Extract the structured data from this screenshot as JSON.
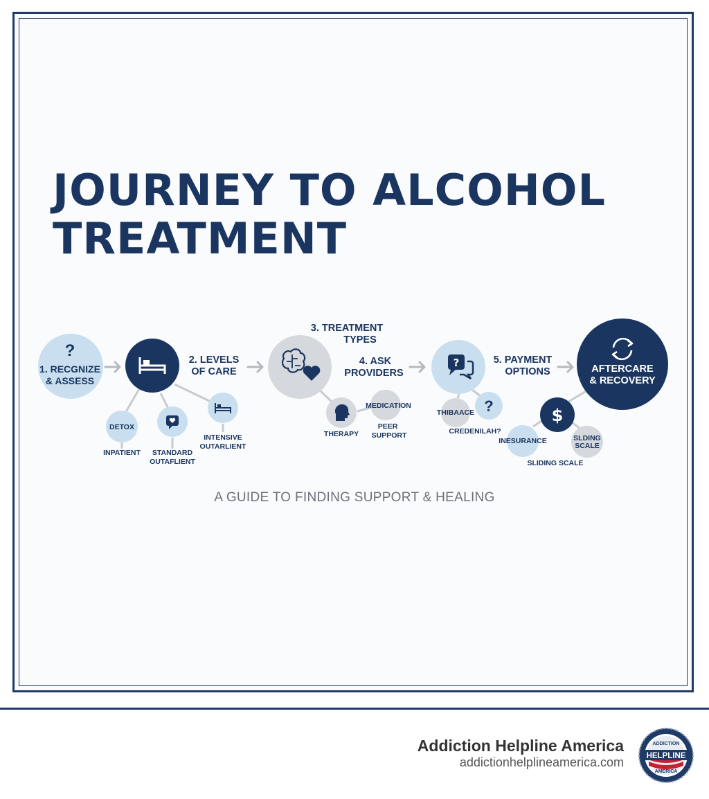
{
  "title": {
    "line1": "JOURNEY TO ALCOHOL",
    "line2": "TREATMENT"
  },
  "subtitle": "A GUIDE TO FINDING SUPPORT & HEALING",
  "steps": {
    "recognize": {
      "line1": "1. RECGNIZE",
      "line2": "& ASSESS",
      "icon": "question-icon"
    },
    "levels": {
      "line1": "2. LEVELS",
      "line2": "OF CARE",
      "icon": "bed-icon"
    },
    "treatment": {
      "line1": "3. TREATMENT",
      "line2": "TYPES",
      "icon": "brain-heart-icon"
    },
    "ask": {
      "line1": "4. ASK",
      "line2": "PROVIDERS",
      "icon": "chat-question-icon"
    },
    "payment": {
      "line1": "5. PAYMENT",
      "line2": "OPTIONS"
    },
    "aftercare": {
      "line1": "AFTERCARE",
      "line2": "& RECOVERY",
      "icon": "cycle-icon"
    }
  },
  "sub_nodes": {
    "detox": "DETOX",
    "inpatient": "INPATIENT",
    "standard_line1": "STANDARD",
    "standard_line2": "OUTAFLIENT",
    "intensive_line1": "INTENSIVE",
    "intensive_line2": "OUTARLIENT",
    "therapy": "THERAPY",
    "medication": "MEDICATION",
    "peer_line1": "PEER",
    "peer_line2": "SUPPORT",
    "thibaace": "THIBAACE",
    "credenilah": "CREDENILAH?",
    "insurance": "INESURANCE",
    "sliding_line1": "SLDING",
    "sliding_line2": "SCALE",
    "sliding_scale": "SLIDING SCALE",
    "question_mark": "?",
    "dollar": "$"
  },
  "footer": {
    "brand": "Addiction Helpline America",
    "url": "addictionhelplineamerica.com",
    "logo_text": "HELPLINE",
    "logo_top": "ADDICTION",
    "logo_bottom": "AMERICA"
  },
  "colors": {
    "navy": "#1a3560",
    "light_blue": "#c9dff0",
    "grey": "#d5d8dc",
    "arrow": "#b5b9be"
  }
}
